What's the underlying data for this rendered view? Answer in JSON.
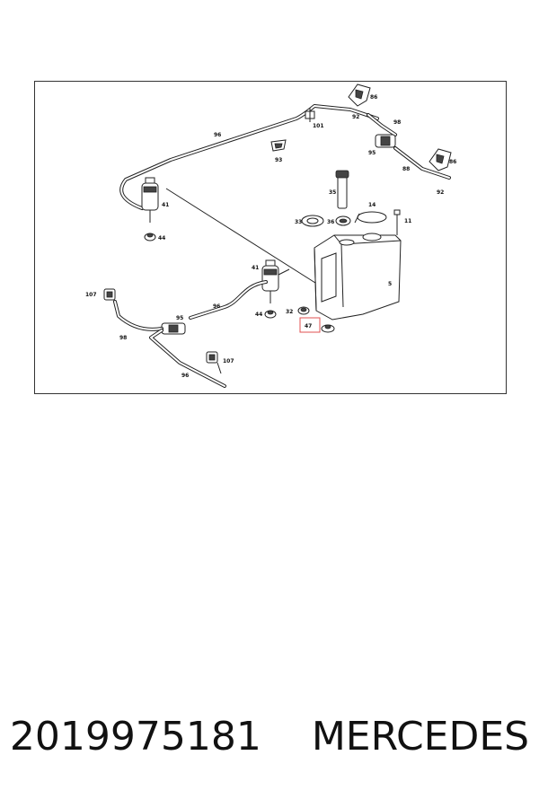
{
  "callouts": {
    "c86a": "86",
    "c92a": "92",
    "c98a": "98",
    "c101": "101",
    "c96top": "96",
    "c93": "93",
    "c95top": "95",
    "c88": "88",
    "c86b": "86",
    "c92b": "92",
    "c41a": "41",
    "c44a": "44",
    "c35": "35",
    "c14": "14",
    "c33": "33",
    "c36": "36",
    "c11": "11",
    "c5": "5",
    "c107a": "107",
    "c41b": "41",
    "c96mid": "96",
    "c44b": "44",
    "c32": "32",
    "c47": "47",
    "c95bot": "95",
    "c98b": "98",
    "c107b": "107",
    "c96bot": "96"
  },
  "highlight": {
    "part": "47",
    "color": "#e05050"
  },
  "caption": {
    "part_number": "2019975181",
    "brand": "MERCEDES"
  }
}
